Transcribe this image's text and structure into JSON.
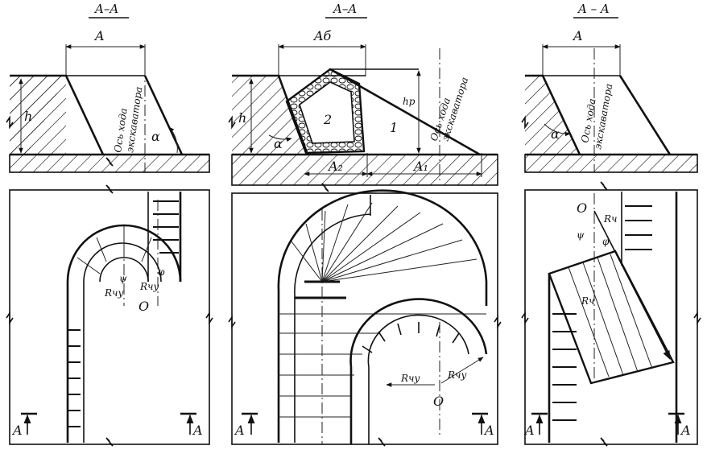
{
  "panels": [
    {
      "section_title": "A–A",
      "width_label": "A",
      "height_label": "h",
      "angle_label": "α",
      "axis_label_line1": "Ось хода",
      "axis_label_line2": "экскаватора",
      "plan_radius_left": "Rчу",
      "plan_radius_right": "Rчу",
      "plan_angle_1": "ψ",
      "plan_angle_2": "φ",
      "plan_center": "O",
      "cut_left": "A",
      "cut_right": "A"
    },
    {
      "section_title": "A–A",
      "width_label": "Aб",
      "height_label": "h",
      "height_label_2": "hр",
      "angle_label": "α",
      "zone_1": "1",
      "zone_2": "2",
      "bottom_label_1": "A₂",
      "bottom_label_2": "A₁",
      "axis_label_line1": "Ось хода",
      "axis_label_line2": "экскаватора",
      "plan_radius_left": "Rчу",
      "plan_radius_right": "Rчу",
      "plan_center": "O",
      "cut_left": "A",
      "cut_right": "A"
    },
    {
      "section_title": "A – A",
      "width_label": "A",
      "angle_label": "α",
      "axis_label_line1": "Ось хода",
      "axis_label_line2": "экскаватора",
      "plan_center": "O",
      "plan_radius_top": "Rч",
      "plan_radius_bottom": "Rч",
      "plan_angle_1": "ψ",
      "plan_angle_2": "φ",
      "cut_left": "A",
      "cut_right": "A"
    }
  ]
}
